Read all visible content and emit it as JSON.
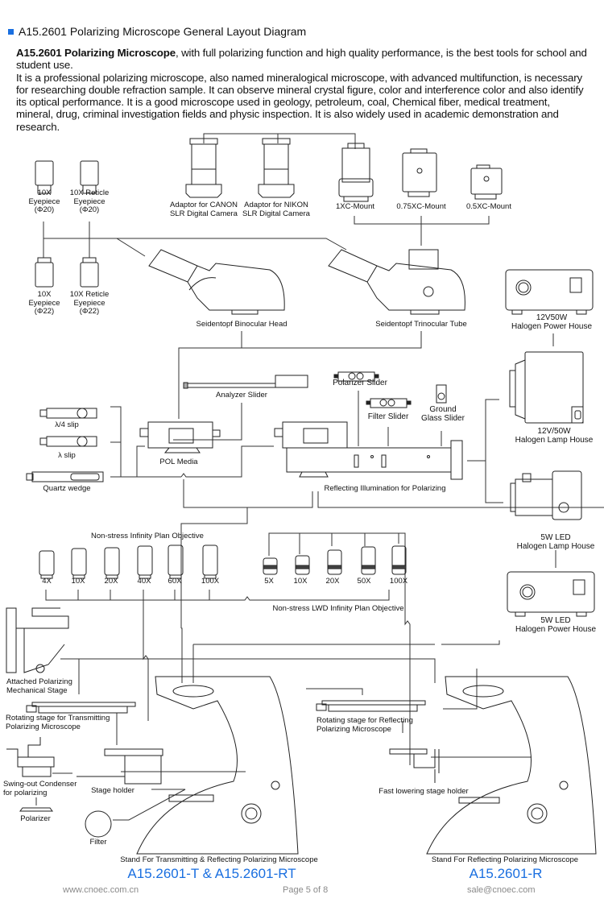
{
  "header": {
    "bullet_color": "#1a6fe0",
    "title": "A15.2601 Polarizing Microscope General Layout Diagram"
  },
  "intro": {
    "bold_lead": "A15.2601 Polarizing Microscope",
    "para1_rest": ", with full polarizing function and high quality performance, is the best tools for school and student use.",
    "para2": "It is a professional polarizing microscope, also named mineralogical microscope, with advanced multifunction, is necessary for researching double refraction sample. It can observe mineral crystal figure, color and interference color and also identify its optical performance. It is a good microscope used in geology, petroleum, coal, Chemical fiber, medical treatment, mineral, drug, criminal investigation fields and physic inspection. It is also widely used in academic demonstration and research."
  },
  "components": {
    "eyepiece_10x_20": [
      "10X",
      "Eyepiece",
      "(Φ20)"
    ],
    "eyepiece_reticle_20": [
      "10X Reticle",
      "Eyepiece",
      "(Φ20)"
    ],
    "eyepiece_10x_22": [
      "10X",
      "Eyepiece",
      "(Φ22)"
    ],
    "eyepiece_reticle_22": [
      "10X Reticle",
      "Eyepiece",
      "(Φ22)"
    ],
    "adaptor_canon": [
      "Adaptor for CANON",
      "SLR Digital Camera"
    ],
    "adaptor_nikon": [
      "Adaptor for NIKON",
      "SLR Digital Camera"
    ],
    "mount_1x": "1XC-Mount",
    "mount_075x": "0.75XC-Mount",
    "mount_05x": "0.5XC-Mount",
    "binocular_head": "Seidentopf Binocular Head",
    "trinocular_tube": "Seidentopf Trinocular Tube",
    "power_house_12v": [
      "12V50W",
      "Halogen Power House"
    ],
    "lamp_house_12v": [
      "12V/50W",
      "Halogen Lamp House"
    ],
    "analyzer_slider": "Analyzer Slider",
    "polarizer_slider": "Polarizer Slider",
    "filter_slider": "Filter Slider",
    "ground_glass_slider": [
      "Ground",
      "Glass Slider"
    ],
    "quarter_wave_slip": "λ/4 slip",
    "wave_slip": "λ slip",
    "quartz_wedge": "Quartz wedge",
    "pol_media": "POL Media",
    "reflecting_illumination": "Reflecting Illumination for Polarizing",
    "led_lamp_house": [
      "5W LED",
      "Halogen Lamp House"
    ],
    "led_power_house": [
      "5W LED",
      "Halogen Power House"
    ],
    "attached_stage": [
      "Attached Polarizing",
      "Mechanical Stage"
    ],
    "rotating_stage_transmit": [
      "Rotating stage for Transmitting",
      "Polarizing Microscope"
    ],
    "rotating_stage_reflect": [
      "Rotating stage for Reflecting",
      "Polarizing Microscope"
    ],
    "swing_condenser": [
      "Swing-out Condenser",
      "for polarizing"
    ],
    "polarizer": "Polarizer",
    "stage_holder": "Stage holder",
    "fast_lowering_holder": "Fast lowering stage holder",
    "filter": "Filter"
  },
  "objectives": {
    "plan": {
      "title": "Non-stress Infinity Plan Objective",
      "items": [
        "4X",
        "10X",
        "20X",
        "40X",
        "60X",
        "100X"
      ]
    },
    "lwd": {
      "title": "Non-stress LWD Infinity Plan Objective",
      "items": [
        "5X",
        "10X",
        "20X",
        "50X",
        "100X"
      ]
    }
  },
  "stands": {
    "left": {
      "caption": "Stand For Transmitting & Reflecting Polarizing Microscope",
      "model": "A15.2601-T & A15.2601-RT"
    },
    "right": {
      "caption": "Stand For Reflecting Polarizing Microscope",
      "model": "A15.2601-R"
    },
    "model_color": "#1a6fe0"
  },
  "footer": {
    "website": "www.cnoec.com.cn",
    "page": "Page 5 of 8",
    "email": "sale@cnoec.com"
  }
}
